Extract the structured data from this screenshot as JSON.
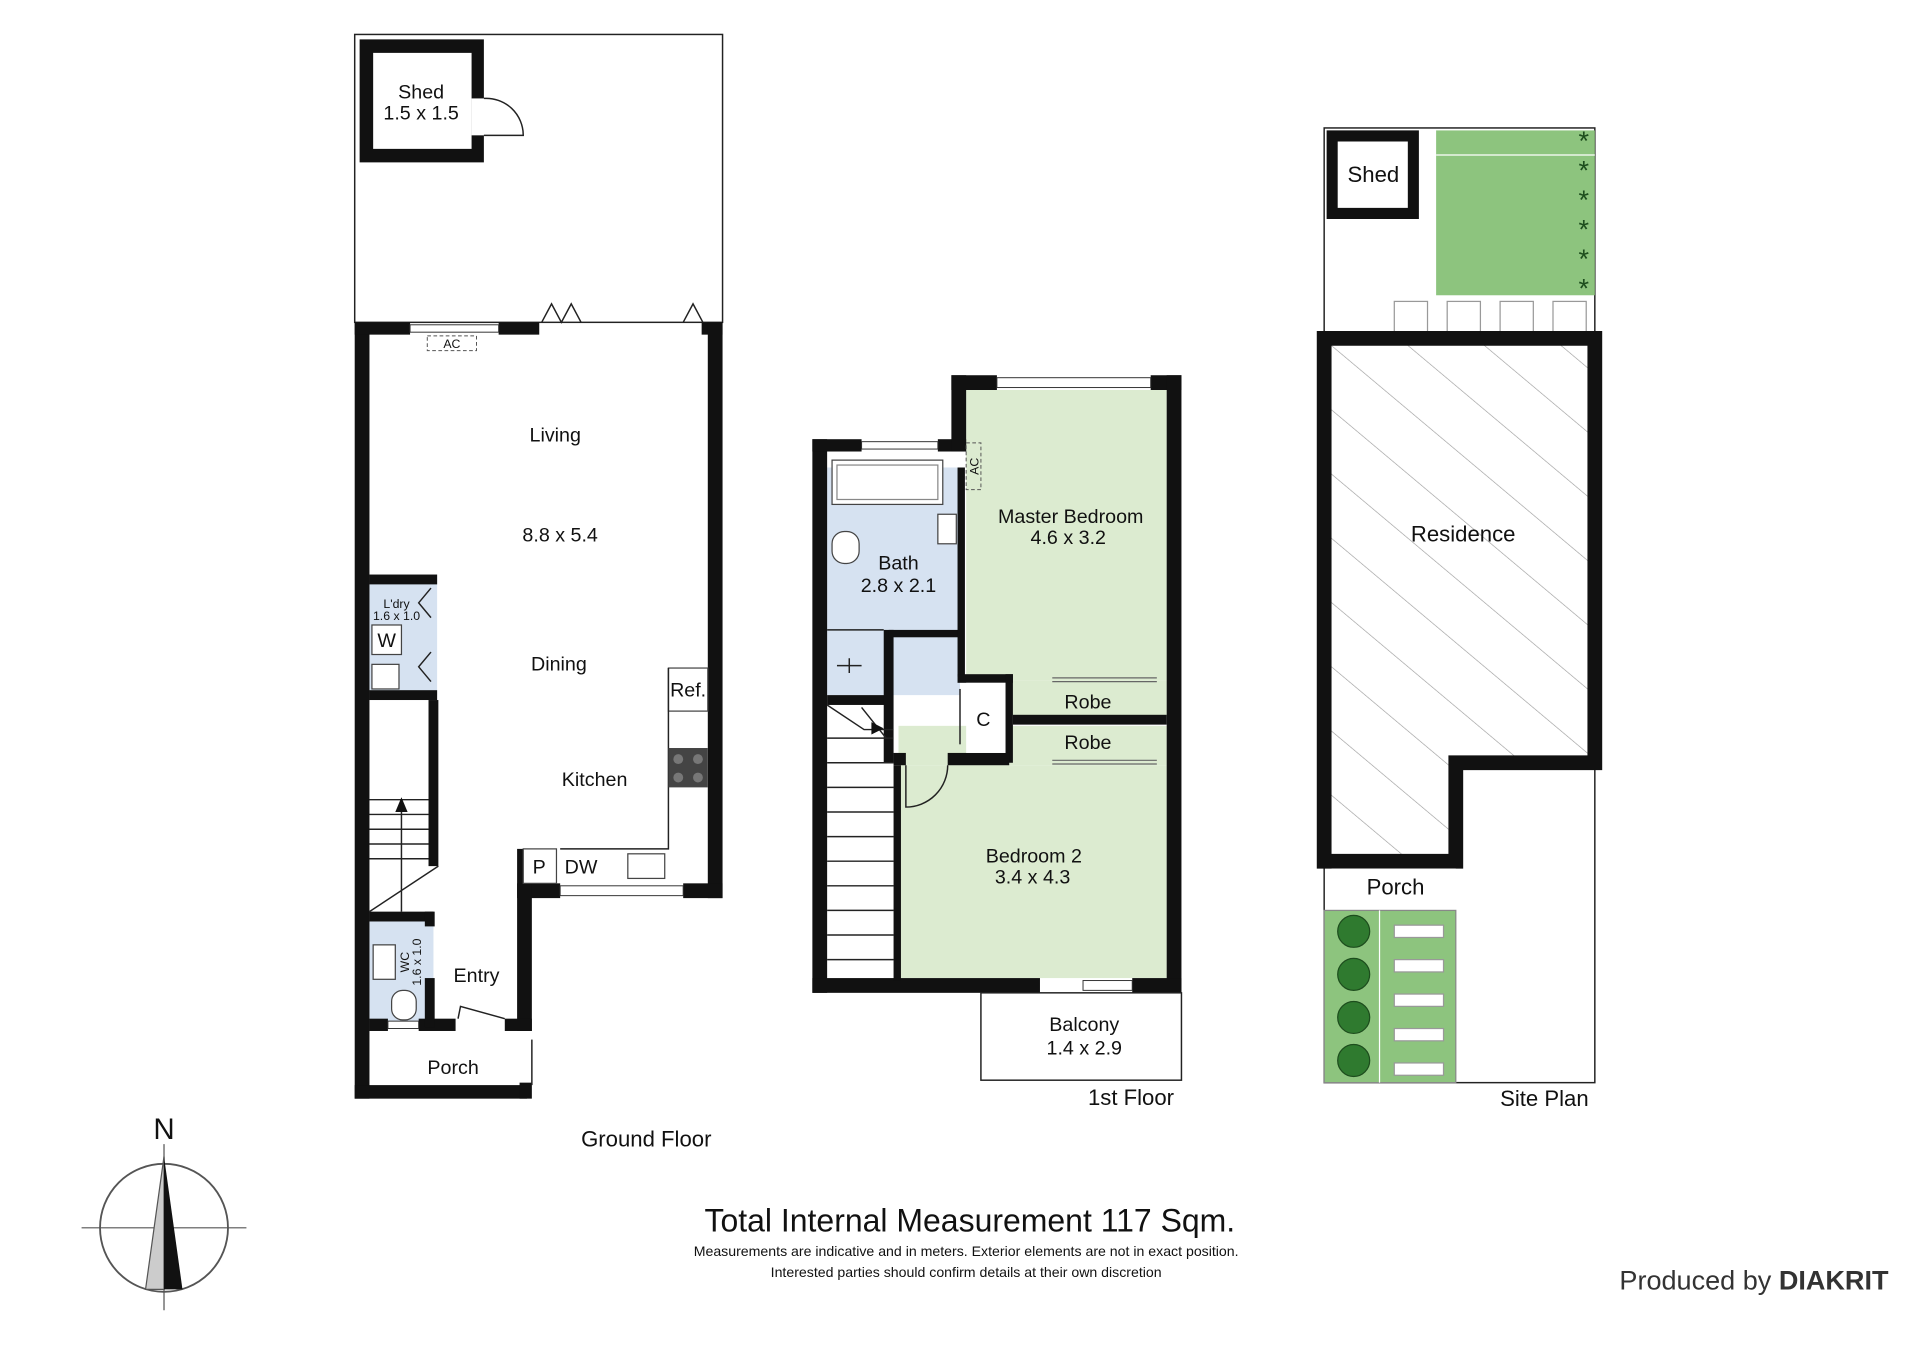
{
  "ground_floor": {
    "title": "Ground Floor",
    "shed": {
      "name": "Shed",
      "size": "1.5 x 1.5"
    },
    "ac": "AC",
    "living": {
      "name": "Living",
      "size": "8.8 x 5.4"
    },
    "dining": "Dining",
    "kitchen": "Kitchen",
    "laundry": {
      "name": "L'dry",
      "size": "1.6 x 1.0"
    },
    "washer": "W",
    "fridge": "Ref.",
    "pantry": "P",
    "dishwasher": "DW",
    "wc": {
      "name": "WC",
      "size": "1.6 x 1.0"
    },
    "entry": "Entry",
    "porch": "Porch"
  },
  "first_floor": {
    "title": "1st Floor",
    "ac": "AC",
    "master": {
      "name": "Master Bedroom",
      "size": "4.6 x 3.2"
    },
    "bath": {
      "name": "Bath",
      "size": "2.8 x 2.1"
    },
    "robe1": "Robe",
    "robe2": "Robe",
    "cupboard": "C",
    "bedroom2": {
      "name": "Bedroom 2",
      "size": "3.4 x 4.3"
    },
    "balcony": {
      "name": "Balcony",
      "size": "1.4 x 2.9"
    }
  },
  "site_plan": {
    "title": "Site Plan",
    "shed": "Shed",
    "residence": "Residence",
    "porch": "Porch"
  },
  "compass": {
    "north": "N"
  },
  "footer": {
    "total": "Total Internal Measurement 117 Sqm.",
    "disclaimer1": "Measurements are indicative and in meters. Exterior elements are not in exact position.",
    "disclaimer2": "Interested parties should confirm details at their own discretion",
    "produced_by": "Produced by",
    "brand": "DIAKRIT"
  },
  "colors": {
    "wet_area": "#d6e2f1",
    "bedroom": "#dcebd0",
    "lawn": "#8dc47e",
    "wall": "#111111"
  }
}
